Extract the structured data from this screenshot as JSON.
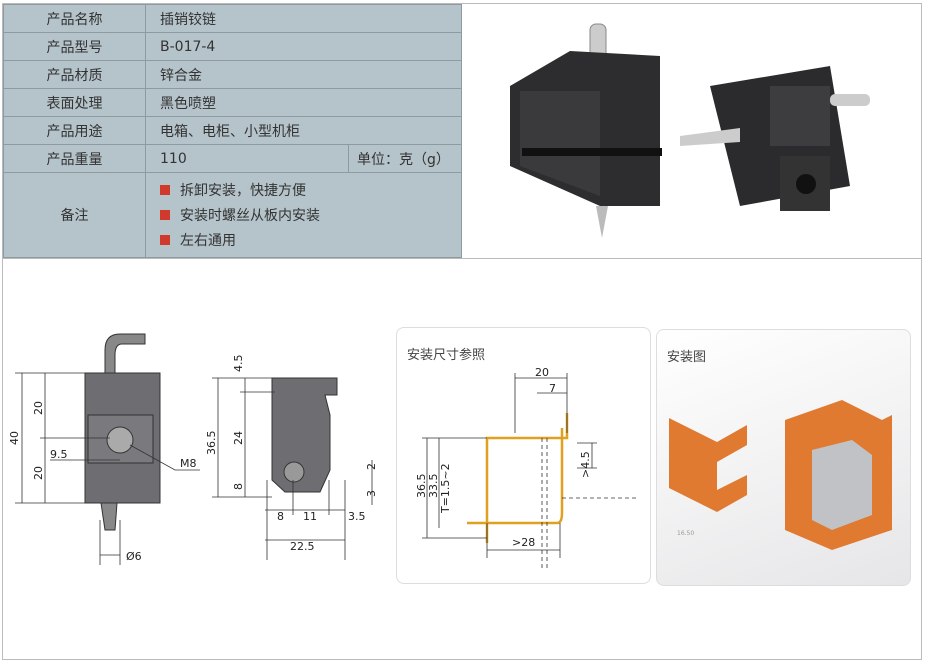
{
  "spec_table": {
    "rows": [
      {
        "label": "产品名称",
        "value": "插销铰链"
      },
      {
        "label": "产品型号",
        "value": "B-017-4"
      },
      {
        "label": "产品材质",
        "value": "锌合金"
      },
      {
        "label": "表面处理",
        "value": "黑色喷塑"
      },
      {
        "label": "产品用途",
        "value": "电箱、电柜、小型机柜"
      },
      {
        "label": "产品重量",
        "value": "110",
        "unit": "单位：克（g）"
      }
    ],
    "notes_label": "备注",
    "notes": [
      "拆卸安装，快捷方便",
      "安装时螺丝从板内安装",
      "左右通用"
    ],
    "bullet_color": "#d03a2c"
  },
  "drawing_front": {
    "d40": "40",
    "d20a": "20",
    "d20b": "20",
    "d9_5": "9.5",
    "m8": "M8",
    "dia6": "Ø6"
  },
  "drawing_side": {
    "d4_5": "4.5",
    "d36_5": "36.5",
    "d24": "24",
    "d8v": "8",
    "d2": "2",
    "d3": "3",
    "d8h": "8",
    "d11": "11",
    "d3_5": "3.5",
    "d22_5": "22.5"
  },
  "install_dims": {
    "title": "安装尺寸参照",
    "d20": "20",
    "d7": "7",
    "d36_5": "36.5",
    "d33_5": "33.5",
    "t": "T=1.5~2",
    "d4_5": ">4.5",
    "d28": ">28"
  },
  "install_view": {
    "title": "安装图",
    "dim": "16.50"
  }
}
